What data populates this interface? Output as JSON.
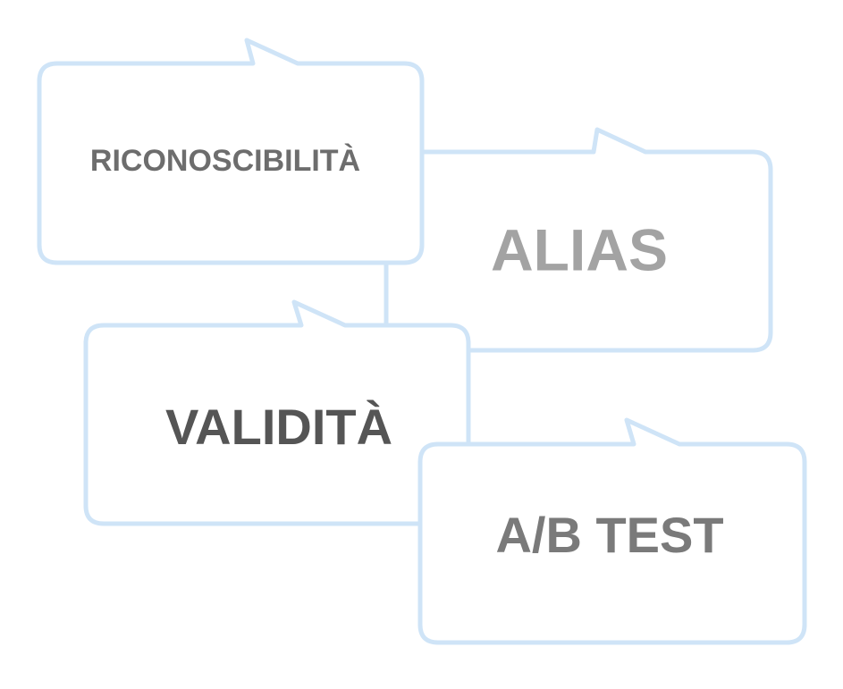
{
  "bubbles": [
    {
      "id": "riconoscibilita",
      "label": "RICONOSCIBILITÀ",
      "color": "#6d6d6d"
    },
    {
      "id": "alias",
      "label": "ALIAS",
      "color": "#a3a3a3"
    },
    {
      "id": "validita",
      "label": "VALIDITÀ",
      "color": "#555555"
    },
    {
      "id": "ab-test",
      "label": "A/B TEST",
      "color": "#7a7a7a"
    }
  ],
  "colors": {
    "bubble_stroke": "#cfe4f7",
    "bubble_fill": "#ffffff"
  }
}
